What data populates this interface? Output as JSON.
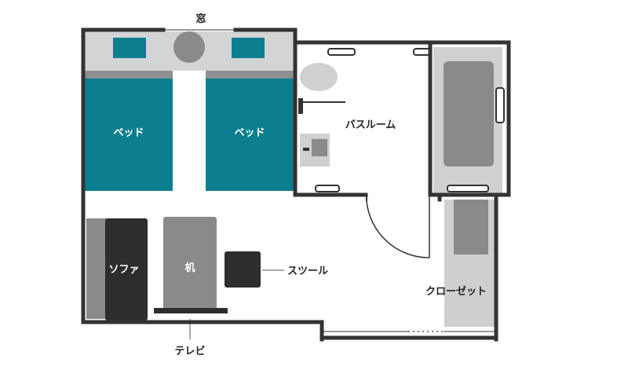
{
  "labels": {
    "window": "窓",
    "bed_left": "ベッド",
    "bed_right": "ベッド",
    "bathroom": "バスルーム",
    "sofa": "ソファ",
    "desk": "机",
    "stool": "スツール",
    "closet": "クローゼット",
    "tv": "テレビ"
  },
  "colors": {
    "wall": "#333333",
    "bed": "#0b7f8f",
    "pillow_area": "#d2d4d6",
    "bed_stripe": "#8d8f92",
    "furniture_gray": "#8a8a8a",
    "furniture_dark": "#2d2d2d",
    "fixture_light": "#d0d0d0",
    "closet_light": "#cfcfcf"
  }
}
